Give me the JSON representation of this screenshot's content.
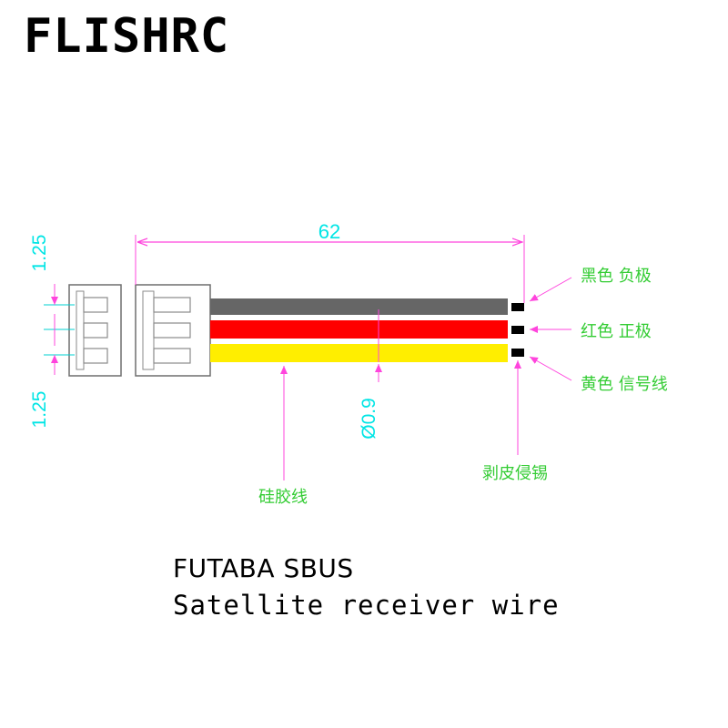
{
  "brand": "FLISHRC",
  "dimensions": {
    "length": "62",
    "pitch_top": "1.25",
    "pitch_bottom": "1.25",
    "wire_diameter": "Ø0.9"
  },
  "labels": {
    "black_wire": "黑色 负极",
    "red_wire": "红色 正极",
    "yellow_wire": "黄色 信号线",
    "silicone_wire": "硅胶线",
    "stripped_tinned": "剥皮侵锡"
  },
  "caption": {
    "line1": "FUTABA SBUS",
    "line2": "Satellite receiver wire"
  },
  "colors": {
    "black_wire": "#666666",
    "red_wire": "#ff0000",
    "yellow_wire": "#ffee00",
    "dimension": "#00e5e5",
    "leader": "#ff44dd",
    "label_text": "#33cc33",
    "outline": "#555555"
  }
}
